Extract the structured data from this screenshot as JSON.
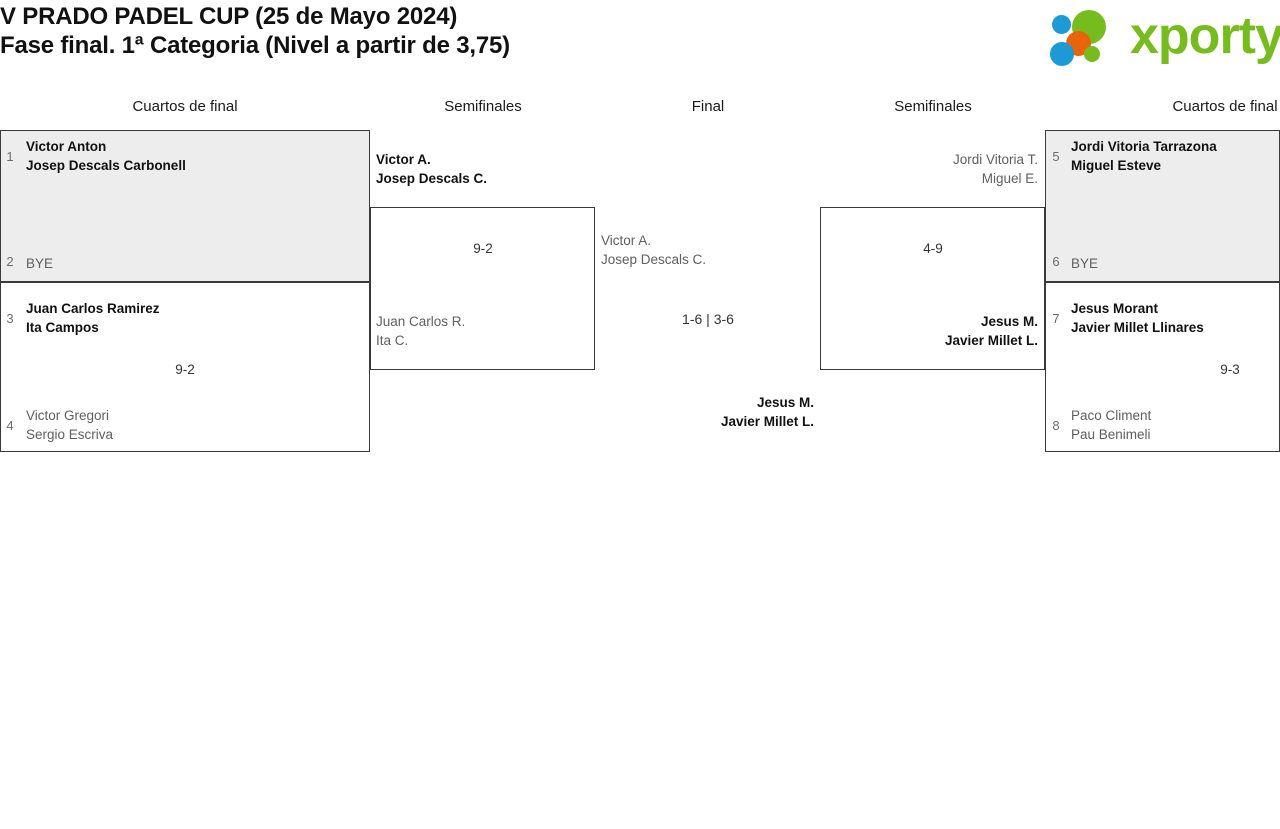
{
  "header": {
    "title_line1": "V PRADO PADEL CUP (25 de Mayo 2024)",
    "title_line2": "Fase final. 1ª Categoria (Nivel a partir de 3,75)",
    "logo": {
      "word": "xporty",
      "color_green": "#77bc1f",
      "color_blue": "#1b9ad6",
      "color_orange": "#e8640c"
    }
  },
  "columns": {
    "qf_left": "Cuartos de final",
    "sf_left": "Semifinales",
    "final": "Final",
    "sf_right": "Semifinales",
    "qf_right": "Cuartos de final"
  },
  "bracket": {
    "qf_left": [
      {
        "top": {
          "seed": "1",
          "line1": "Victor Anton",
          "line2": "Josep Descals Carbonell",
          "result": "win"
        },
        "bottom": {
          "seed": "2",
          "line1": "BYE",
          "line2": "",
          "result": "lose"
        },
        "score": ""
      },
      {
        "top": {
          "seed": "3",
          "line1": "Juan Carlos Ramirez",
          "line2": "Ita Campos",
          "result": "win"
        },
        "bottom": {
          "seed": "4",
          "line1": "Victor Gregori",
          "line2": "Sergio Escriva",
          "result": "lose"
        },
        "score": "9-2"
      }
    ],
    "qf_right": [
      {
        "top": {
          "seed": "5",
          "line1": "Jordi Vitoria Tarrazona",
          "line2": "Miguel Esteve",
          "result": "win"
        },
        "bottom": {
          "seed": "6",
          "line1": "BYE",
          "line2": "",
          "result": "lose"
        },
        "score": ""
      },
      {
        "top": {
          "seed": "7",
          "line1": "Jesus Morant",
          "line2": "Javier Millet Llinares",
          "result": "win"
        },
        "bottom": {
          "seed": "8",
          "line1": "Paco Climent",
          "line2": "Pau Benimeli",
          "result": "lose"
        },
        "score": "9-3"
      }
    ],
    "sf_left": {
      "winner": {
        "line1": "Victor A.",
        "line2": "Josep Descals C."
      },
      "loser": {
        "line1": "Juan Carlos R.",
        "line2": "Ita C."
      },
      "score": "9-2"
    },
    "sf_right": {
      "loser": {
        "line1": "Jordi Vitoria T.",
        "line2": "Miguel E."
      },
      "winner": {
        "line1": "Jesus M.",
        "line2": "Javier Millet L."
      },
      "score": "4-9"
    },
    "final": {
      "left_team": {
        "line1": "Victor A.",
        "line2": "Josep Descals C."
      },
      "right_team": {
        "line1": "Jesus M.",
        "line2": "Javier Millet L."
      },
      "score": "1-6 | 3-6"
    }
  }
}
